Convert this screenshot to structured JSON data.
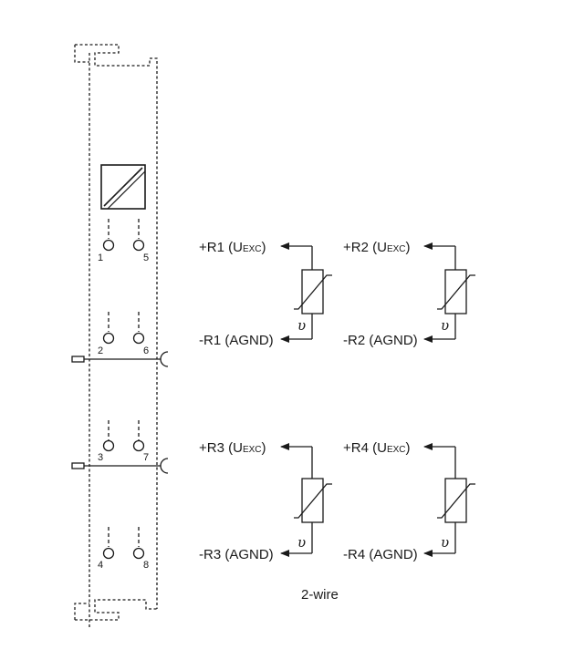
{
  "diagram": {
    "caption": "2-wire",
    "terminals": [
      "1",
      "2",
      "3",
      "4",
      "5",
      "6",
      "7",
      "8"
    ],
    "channels": [
      {
        "plus_prefix": "+R1 (U",
        "plus_subscript": "EXC",
        "plus_suffix": ")",
        "minus_label": "-R1 (AGND)",
        "temp_symbol": "υ"
      },
      {
        "plus_prefix": "+R2 (U",
        "plus_subscript": "EXC",
        "plus_suffix": ")",
        "minus_label": "-R2 (AGND)",
        "temp_symbol": "υ"
      },
      {
        "plus_prefix": "+R3 (U",
        "plus_subscript": "EXC",
        "plus_suffix": ")",
        "minus_label": "-R3 (AGND)",
        "temp_symbol": "υ"
      },
      {
        "plus_prefix": "+R4 (U",
        "plus_subscript": "EXC",
        "plus_suffix": ")",
        "minus_label": "-R4 (AGND)",
        "temp_symbol": "υ"
      }
    ]
  }
}
